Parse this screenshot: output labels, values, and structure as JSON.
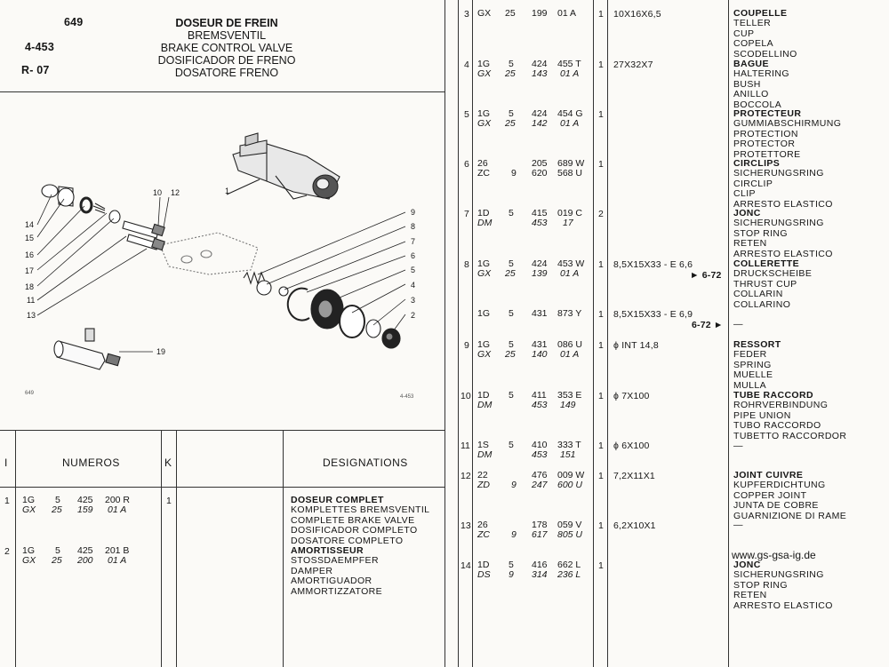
{
  "header": {
    "page_no": "649",
    "ref1": "4-453",
    "ref2": "R- 07",
    "titles": [
      "DOSEUR DE FREIN",
      "BREMSVENTIL",
      "BRAKE CONTROL VALVE",
      "DOSIFICADOR DE FRENO",
      "DOSATORE FRENO"
    ]
  },
  "diagram": {
    "foot_left": "649",
    "foot_right": "4-453",
    "callouts": [
      "1",
      "2",
      "3",
      "4",
      "5",
      "6",
      "7",
      "8",
      "9",
      "10",
      "11",
      "12",
      "13",
      "14",
      "15",
      "16",
      "17",
      "18",
      "19"
    ]
  },
  "left_table": {
    "headers": {
      "i": "I",
      "numeros": "NUMEROS",
      "k": "K",
      "designations": "DESIGNATIONS"
    },
    "rows": [
      {
        "idx": "1",
        "r1": [
          "1G",
          "5",
          "425",
          "200 R"
        ],
        "r2": [
          "GX",
          "25",
          "159",
          "01 A"
        ],
        "qty": "1",
        "desc": [
          "DOSEUR COMPLET",
          "KOMPLETTES BREMSVENTIL",
          "COMPLETE BRAKE VALVE",
          "DOSIFICADOR COMPLETO",
          "DOSATORE COMPLETO"
        ]
      },
      {
        "idx": "2",
        "r1": [
          "1G",
          "5",
          "425",
          "201 B"
        ],
        "r2": [
          "GX",
          "25",
          "200",
          "01 A"
        ],
        "qty": "",
        "desc": [
          "AMORTISSEUR",
          "STOSSDAEMPFER",
          "DAMPER",
          "AMORTIGUADOR",
          "AMMORTIZZATORE"
        ]
      }
    ]
  },
  "right_table": {
    "rows": [
      {
        "idx": "3",
        "r1": [
          "GX",
          "25",
          "199",
          "01 A"
        ],
        "r2": [
          "",
          "",
          "",
          ""
        ],
        "qty": "1",
        "spec": "10X16X6,5",
        "desc": [
          "COUPELLE",
          "TELLER",
          "CUP",
          "COPELA",
          "SCODELLINO"
        ]
      },
      {
        "idx": "4",
        "r1": [
          "1G",
          "5",
          "424",
          "455 T"
        ],
        "r2": [
          "GX",
          "25",
          "143",
          "01 A"
        ],
        "qty": "1",
        "spec": "27X32X7",
        "desc": [
          "BAGUE",
          "HALTERING",
          "BUSH",
          "ANILLO",
          "BOCCOLA"
        ]
      },
      {
        "idx": "5",
        "r1": [
          "1G",
          "5",
          "424",
          "454 G"
        ],
        "r2": [
          "GX",
          "25",
          "142",
          "01 A"
        ],
        "qty": "1",
        "spec": "",
        "desc": [
          "PROTECTEUR",
          "GUMMIABSCHIRMUNG",
          "PROTECTION",
          "PROTECTOR",
          "PROTETTORE"
        ]
      },
      {
        "idx": "6",
        "r1": [
          "26",
          "",
          "205",
          "689 W"
        ],
        "r2": [
          "ZC",
          "9",
          "620",
          "568 U"
        ],
        "qty": "1",
        "spec": "",
        "desc": [
          "CIRCLIPS",
          "SICHERUNGSRING",
          "CIRCLIP",
          "CLIP",
          "ARRESTO ELASTICO"
        ]
      },
      {
        "idx": "7",
        "r1": [
          "1D",
          "5",
          "415",
          "019 C"
        ],
        "r2": [
          "DM",
          "",
          "453",
          "17"
        ],
        "qty": "2",
        "spec": "",
        "desc": [
          "JONC",
          "SICHERUNGSRING",
          "STOP RING",
          "RETEN",
          "ARRESTO ELASTICO"
        ]
      },
      {
        "idx": "8",
        "r1": [
          "1G",
          "5",
          "424",
          "453 W"
        ],
        "r2": [
          "GX",
          "25",
          "139",
          "01 A"
        ],
        "qty": "1",
        "spec": "8,5X15X33 - E 6,6",
        "spec_note": "► 6-72",
        "desc": [
          "COLLERETTE",
          "DRUCKSCHEIBE",
          "THRUST CUP",
          "COLLARIN",
          "COLLARINO"
        ]
      },
      {
        "idx": "",
        "r1": [
          "1G",
          "5",
          "431",
          "873 Y"
        ],
        "r2": [
          "",
          "",
          "",
          ""
        ],
        "qty": "1",
        "spec": "8,5X15X33 - E 6,9",
        "spec_note": "6-72 ►",
        "desc": [
          "—"
        ]
      },
      {
        "idx": "9",
        "r1": [
          "1G",
          "5",
          "431",
          "086 U"
        ],
        "r2": [
          "GX",
          "25",
          "140",
          "01 A"
        ],
        "qty": "1",
        "spec": "ϕ INT 14,8",
        "desc": [
          "RESSORT",
          "FEDER",
          "SPRING",
          "MUELLE",
          "MULLA"
        ]
      },
      {
        "idx": "10",
        "r1": [
          "1D",
          "5",
          "411",
          "353 E"
        ],
        "r2": [
          "DM",
          "",
          "453",
          "149"
        ],
        "qty": "1",
        "spec": "ϕ 7X100",
        "desc": [
          "TUBE RACCORD",
          "ROHRVERBINDUNG",
          "PIPE UNION",
          "TUBO RACCORDO",
          "TUBETTO RACCORDOR"
        ]
      },
      {
        "idx": "11",
        "r1": [
          "1S",
          "5",
          "410",
          "333 T"
        ],
        "r2": [
          "DM",
          "",
          "453",
          "151"
        ],
        "qty": "1",
        "spec": "ϕ 6X100",
        "desc": [
          "—"
        ]
      },
      {
        "idx": "12",
        "r1": [
          "22",
          "",
          "476",
          "009 W"
        ],
        "r2": [
          "ZD",
          "9",
          "247",
          "600 U"
        ],
        "qty": "1",
        "spec": "7,2X11X1",
        "desc": [
          "JOINT CUIVRE",
          "KUPFERDICHTUNG",
          "COPPER JOINT",
          "JUNTA DE COBRE",
          "GUARNIZIONE DI RAME"
        ]
      },
      {
        "idx": "13",
        "r1": [
          "26",
          "",
          "178",
          "059 V"
        ],
        "r2": [
          "ZC",
          "9",
          "617",
          "805 U"
        ],
        "qty": "1",
        "spec": "6,2X10X1",
        "desc": [
          "—"
        ]
      },
      {
        "idx": "14",
        "r1": [
          "1D",
          "5",
          "416",
          "662 L"
        ],
        "r2": [
          "DS",
          "9",
          "314",
          "236 L"
        ],
        "qty": "1",
        "spec": "",
        "desc": [
          "JONC",
          "SICHERUNGSRING",
          "STOP RING",
          "RETEN",
          "ARRESTO ELASTICO"
        ]
      }
    ],
    "website": "www.gs-gsa-ig.de"
  }
}
